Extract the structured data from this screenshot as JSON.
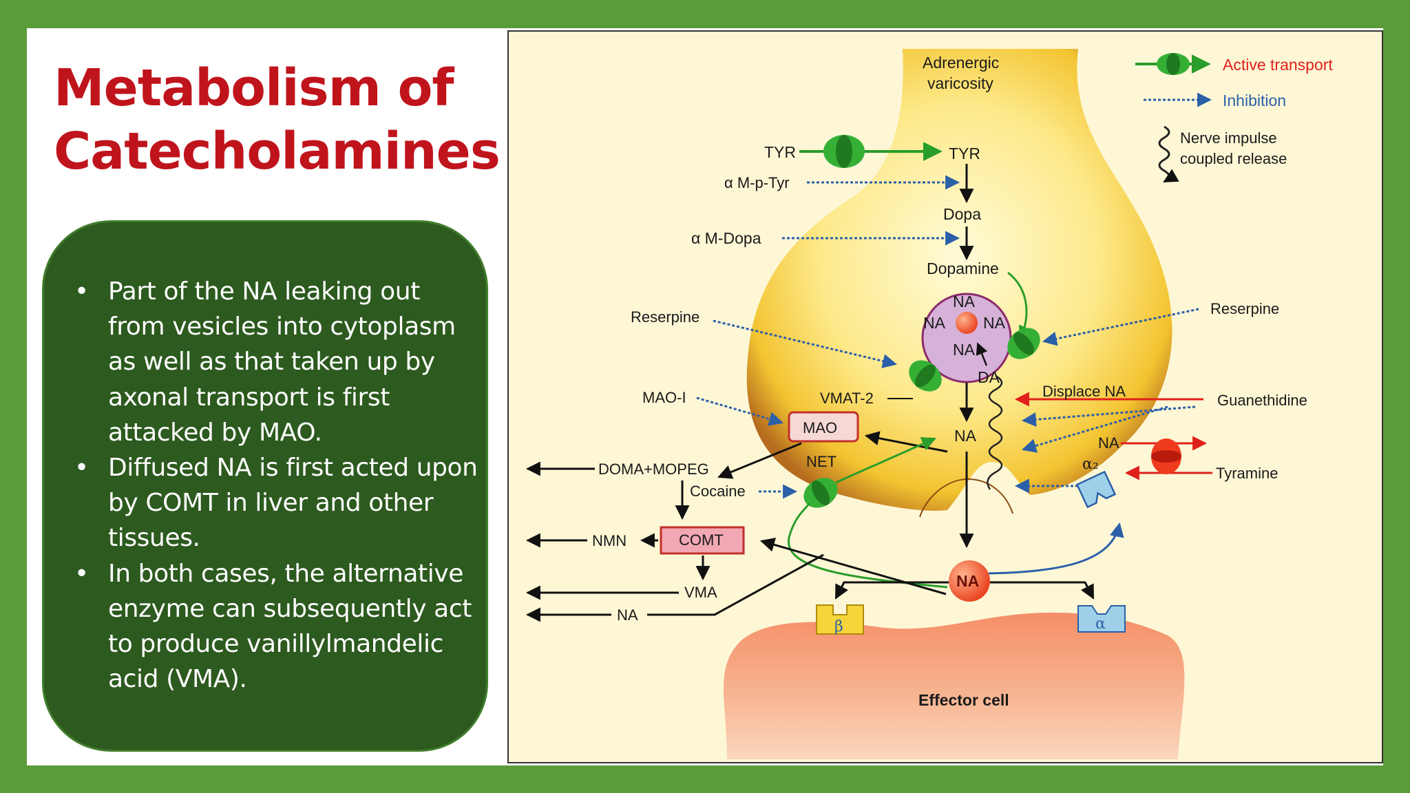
{
  "slide": {
    "title": "Metabolism of Catecholamines",
    "bullets": [
      "Part of the NA leaking out from vesicles into cytoplasm as well as that taken up by axonal transport is first attacked by MAO.",
      "Diffused NA is first acted upon by COMT in liver and other tissues.",
      "In both cases, the alternative enzyme can subsequently act to produce vanillylmandelic acid (VMA)."
    ]
  },
  "figure": {
    "legend": {
      "active_transport": "Active transport",
      "inhibition": "Inhibition",
      "nerve_impulse_line1": "Nerve impulse",
      "nerve_impulse_line2": "coupled release"
    },
    "labels": {
      "varicosity_line1": "Adrenergic",
      "varicosity_line2": "varicosity",
      "tyr_out": "TYR",
      "tyr_in": "TYR",
      "a_m_p_tyr": "α M-p-Tyr",
      "dopa": "Dopa",
      "a_m_dopa": "α M-Dopa",
      "dopamine": "Dopamine",
      "reserpine_left": "Reserpine",
      "reserpine_right": "Reserpine",
      "vesicle_na_top": "NA",
      "vesicle_na_left": "NA",
      "vesicle_na_right": "NA",
      "vesicle_na_mid": "NA",
      "vesicle_da": "DA",
      "mao_i": "MAO-I",
      "vmat2": "VMAT-2",
      "mao": "MAO",
      "displace_na": "Displace NA",
      "guanethidine": "Guanethidine",
      "na_tyramine": "NA",
      "tyramine": "Tyramine",
      "na_cytoplasm": "NA",
      "net": "NET",
      "doma_mopeg": "DOMA+MOPEG",
      "cocaine": "Cocaine",
      "alpha2": "α₂",
      "nmn": "NMN",
      "comt": "COMT",
      "vma": "VMA",
      "na_out": "NA",
      "na_cleft": "NA",
      "beta": "β",
      "alpha": "α",
      "effector_cell": "Effector cell"
    },
    "colors": {
      "transport_green": "#2a9d2a",
      "inhibition_blue": "#2b5fa8",
      "red_arrow": "#e0201a",
      "vesicle_fill": "#d6b2d8",
      "mao_box": "#f6d9d5",
      "comt_box": "#f2a7b4",
      "effector_fill": "#f4a27a"
    }
  }
}
